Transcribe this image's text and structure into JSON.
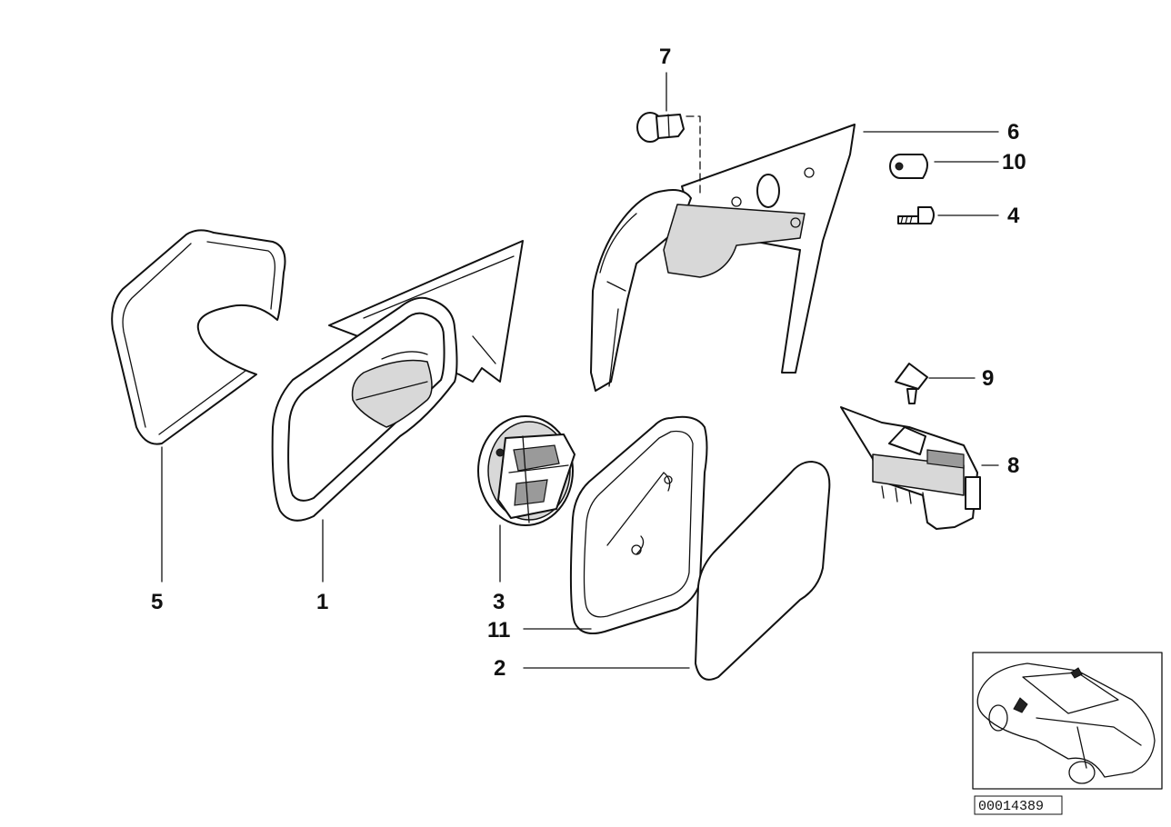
{
  "diagram": {
    "callouts": [
      {
        "id": "c5",
        "label": "5"
      },
      {
        "id": "c1",
        "label": "1"
      },
      {
        "id": "c3",
        "label": "3"
      },
      {
        "id": "c11",
        "label": "11"
      },
      {
        "id": "c2",
        "label": "2"
      },
      {
        "id": "c7",
        "label": "7"
      },
      {
        "id": "c6",
        "label": "6"
      },
      {
        "id": "c10",
        "label": "10"
      },
      {
        "id": "c4",
        "label": "4"
      },
      {
        "id": "c9",
        "label": "9"
      },
      {
        "id": "c8",
        "label": "8"
      }
    ],
    "diagram_number": "00014389"
  }
}
